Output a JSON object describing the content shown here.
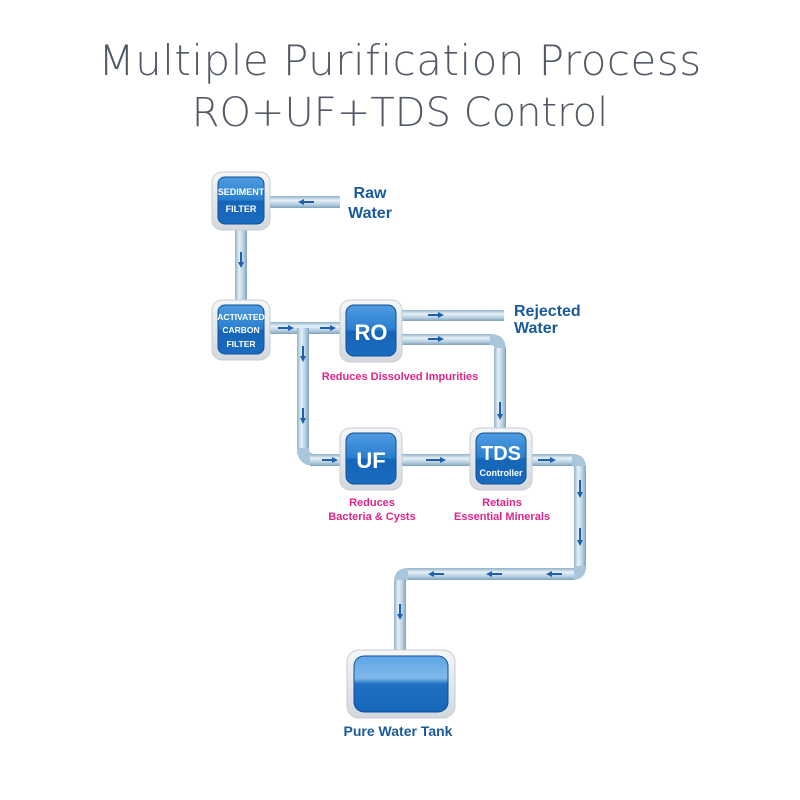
{
  "title": {
    "line1": "Multiple Purification Process",
    "line2": "RO+UF+TDS Control"
  },
  "nodes": {
    "sediment": {
      "line1": "SEDIMENT",
      "line2": "FILTER"
    },
    "carbon": {
      "line1": "ACTIVATED",
      "line2": "CARBON",
      "line3": "FILTER"
    },
    "ro": {
      "label": "RO",
      "caption": "Reduces Dissolved Impurities"
    },
    "uf": {
      "label": "UF",
      "caption1": "Reduces",
      "caption2": "Bacteria & Cysts"
    },
    "tds": {
      "label": "TDS",
      "sub": "Controller",
      "caption1": "Retains",
      "caption2": "Essential Minerals"
    },
    "tank": {
      "caption": "Pure Water Tank"
    }
  },
  "labels": {
    "raw1": "Raw",
    "raw2": "Water",
    "rej1": "Rejected",
    "rej2": "Water"
  },
  "colors": {
    "title": "#525866",
    "label_blue": "#1a5a9a",
    "caption_pink": "#e0248a",
    "box_blue": "#1e6fbf",
    "pipe": "#b9d3e4",
    "arrow": "#1f5fae"
  }
}
